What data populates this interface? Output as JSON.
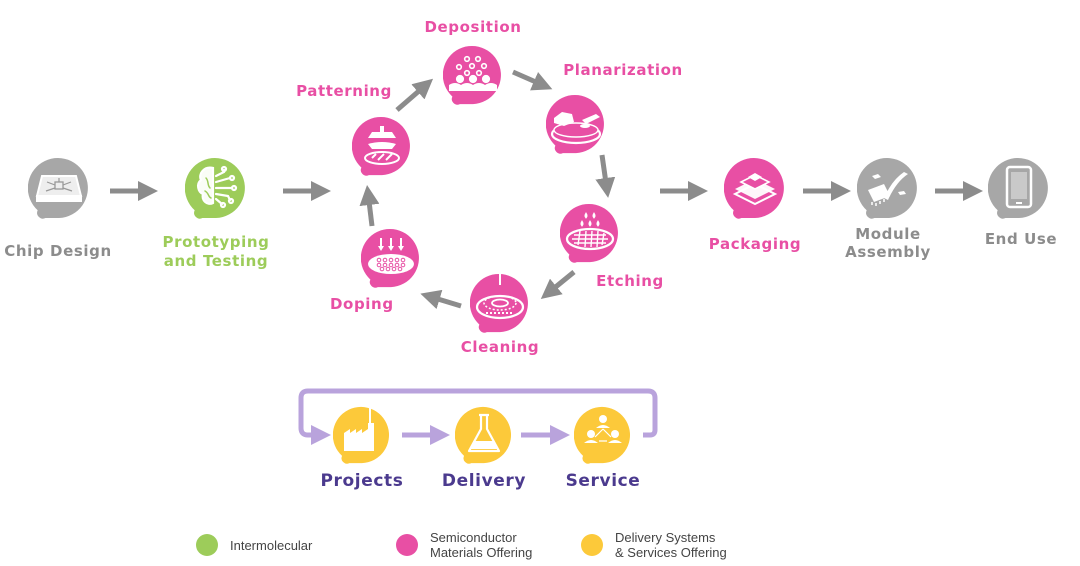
{
  "colors": {
    "gray": "#a7a7a7",
    "green": "#9dcc5a",
    "pink": "#e84fa4",
    "yellow": "#fcc93a",
    "purple_loop": "#b9a3dc",
    "arrow_gray": "#8c8c8c",
    "label_purple": "#4b3a8e"
  },
  "main_flow": {
    "chip_design": {
      "label": "Chip Design",
      "icon": "chip-board-icon"
    },
    "prototyping": {
      "label_line1": "Prototyping",
      "label_line2": "and Testing",
      "icon": "brain-circuit-icon"
    },
    "packaging": {
      "label": "Packaging",
      "icon": "stacked-chip-icon"
    },
    "module_assembly": {
      "label_line1": "Module",
      "label_line2": "Assembly",
      "icon": "assembly-robot-icon"
    },
    "end_use": {
      "label": "End Use",
      "icon": "smartphone-icon"
    }
  },
  "fab_cycle": {
    "steps": [
      {
        "label": "Deposition",
        "icon": "deposition-icon"
      },
      {
        "label": "Planarization",
        "icon": "planarization-icon"
      },
      {
        "label": "Etching",
        "icon": "etching-icon"
      },
      {
        "label": "Cleaning",
        "icon": "cleaning-icon"
      },
      {
        "label": "Doping",
        "icon": "doping-icon"
      },
      {
        "label": "Patterning",
        "icon": "patterning-icon"
      }
    ]
  },
  "services_loop": {
    "steps": [
      {
        "label": "Projects",
        "icon": "factory-icon"
      },
      {
        "label": "Delivery",
        "icon": "flask-icon"
      },
      {
        "label": "Service",
        "icon": "people-network-icon"
      }
    ]
  },
  "legend": [
    {
      "label": "Intermolecular",
      "color": "#9dcc5a"
    },
    {
      "label": "Semiconductor\nMaterials Offering",
      "color": "#e84fa4"
    },
    {
      "label": "Delivery Systems\n& Services Offering",
      "color": "#fcc93a"
    }
  ]
}
